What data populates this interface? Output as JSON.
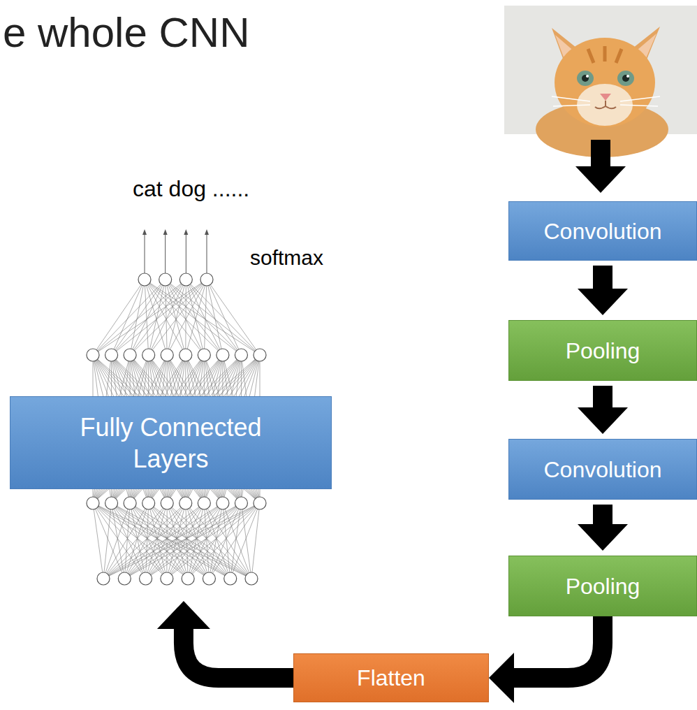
{
  "diagram": {
    "title": "e whole CNN",
    "nodes": [
      {
        "text": [
          "Convolution"
        ]
      },
      {
        "text": [
          "Pooling"
        ]
      },
      {
        "text": [
          "Convolution"
        ]
      },
      {
        "text": [
          "Pooling"
        ]
      },
      {
        "text": [
          "Flatten"
        ]
      },
      {
        "text": [
          "Fully Connected Layers"
        ]
      }
    ],
    "edges": [
      {
        "from": 0,
        "to": 1,
        "arrow": "to"
      },
      {
        "from": 1,
        "to": 2,
        "arrow": "to"
      },
      {
        "from": 2,
        "to": 3,
        "arrow": "to"
      },
      {
        "from": 3,
        "to": 4,
        "arrow": "to"
      },
      {
        "from": 4,
        "to": 5,
        "arrow": "to"
      }
    ],
    "labels": [
      "cat dog ......",
      "softmax"
    ]
  }
}
